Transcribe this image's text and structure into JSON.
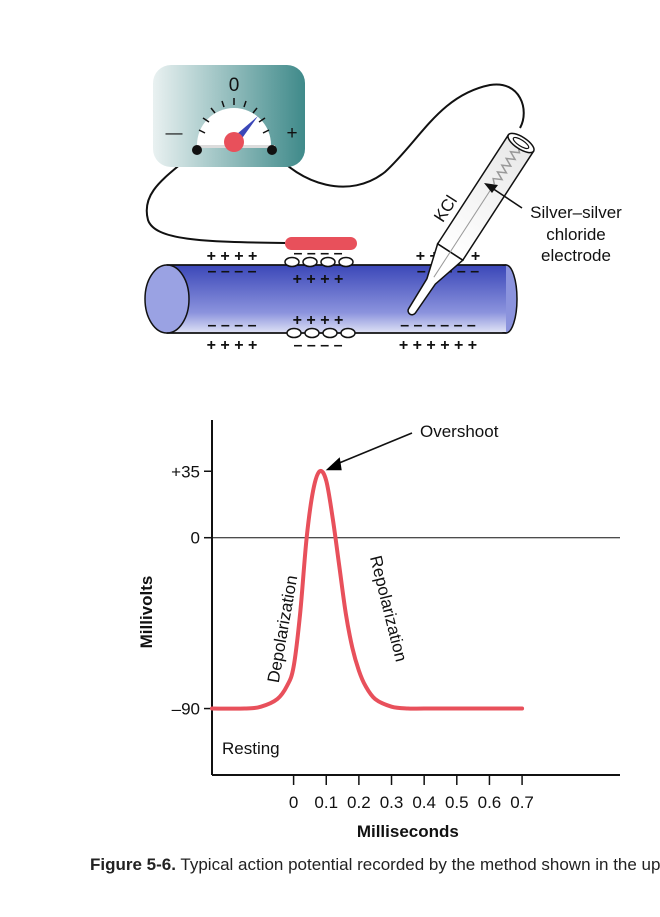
{
  "apparatus": {
    "meter_zero_label": "0",
    "meter_minus_label": "—",
    "meter_plus_label": "+",
    "electrode_fill_label": "KCl",
    "electrode_name_lines": [
      "Silver–silver",
      "chloride",
      "electrode"
    ],
    "upper_outer_left_charges": "+ + + +",
    "upper_outer_left_neg": "– – – –",
    "upper_outer_mid_neg": "– – – –",
    "upper_inner_mid_pos": "+ + + +",
    "upper_outer_right_charges": "+ + + + +",
    "upper_outer_right_neg": "– – – – –",
    "lower_inner_left_neg": "– – – –",
    "lower_outer_left_pos": "+ + + +",
    "lower_inner_mid_pos": "+ + + +",
    "lower_outer_mid_neg": "– – – –",
    "lower_inner_right_neg": "– – – – – –",
    "lower_outer_right_pos": "+ + + + + +",
    "colors": {
      "meter_body": "#3f8a8a",
      "nerve_fiber": "#5c66c8",
      "stimulus_bar": "#e8505b",
      "meter_needle": "#e8505b"
    }
  },
  "chart_data": {
    "type": "line",
    "title": "",
    "xlabel": "Milliseconds",
    "ylabel": "Millivolts",
    "x_ticks": [
      0,
      0.1,
      0.2,
      0.3,
      0.4,
      0.5,
      0.6,
      0.7
    ],
    "x_tick_labels": [
      "0",
      "0.1",
      "0.2",
      "0.3",
      "0.4",
      "0.5",
      "0.6",
      "0.7"
    ],
    "y_ticks": [
      -90,
      0,
      35
    ],
    "y_tick_labels": [
      "–90",
      "0",
      "+35"
    ],
    "xlim": [
      -0.25,
      1.0
    ],
    "ylim": [
      -125,
      62
    ],
    "series": [
      {
        "color": "#e8505b",
        "x": [
          -0.25,
          -0.15,
          -0.1,
          -0.05,
          -0.02,
          0.0,
          0.02,
          0.04,
          0.06,
          0.08,
          0.1,
          0.12,
          0.14,
          0.16,
          0.18,
          0.2,
          0.22,
          0.25,
          0.3,
          0.35,
          0.4,
          0.5,
          0.6,
          0.7
        ],
        "y": [
          -90,
          -90,
          -89,
          -85,
          -78,
          -68,
          -40,
          0,
          25,
          35,
          30,
          10,
          -15,
          -40,
          -58,
          -70,
          -78,
          -85,
          -89,
          -90,
          -90,
          -90,
          -90,
          -90
        ]
      }
    ],
    "annotations": [
      "Overshoot",
      "Depolarization",
      "Repolarization",
      "Resting"
    ],
    "grid": false,
    "legend": "none"
  },
  "caption": {
    "figure_number": "Figure 5-6.",
    "text": " Typical action potential recorded by the method shown in the upper panel of the figure."
  }
}
